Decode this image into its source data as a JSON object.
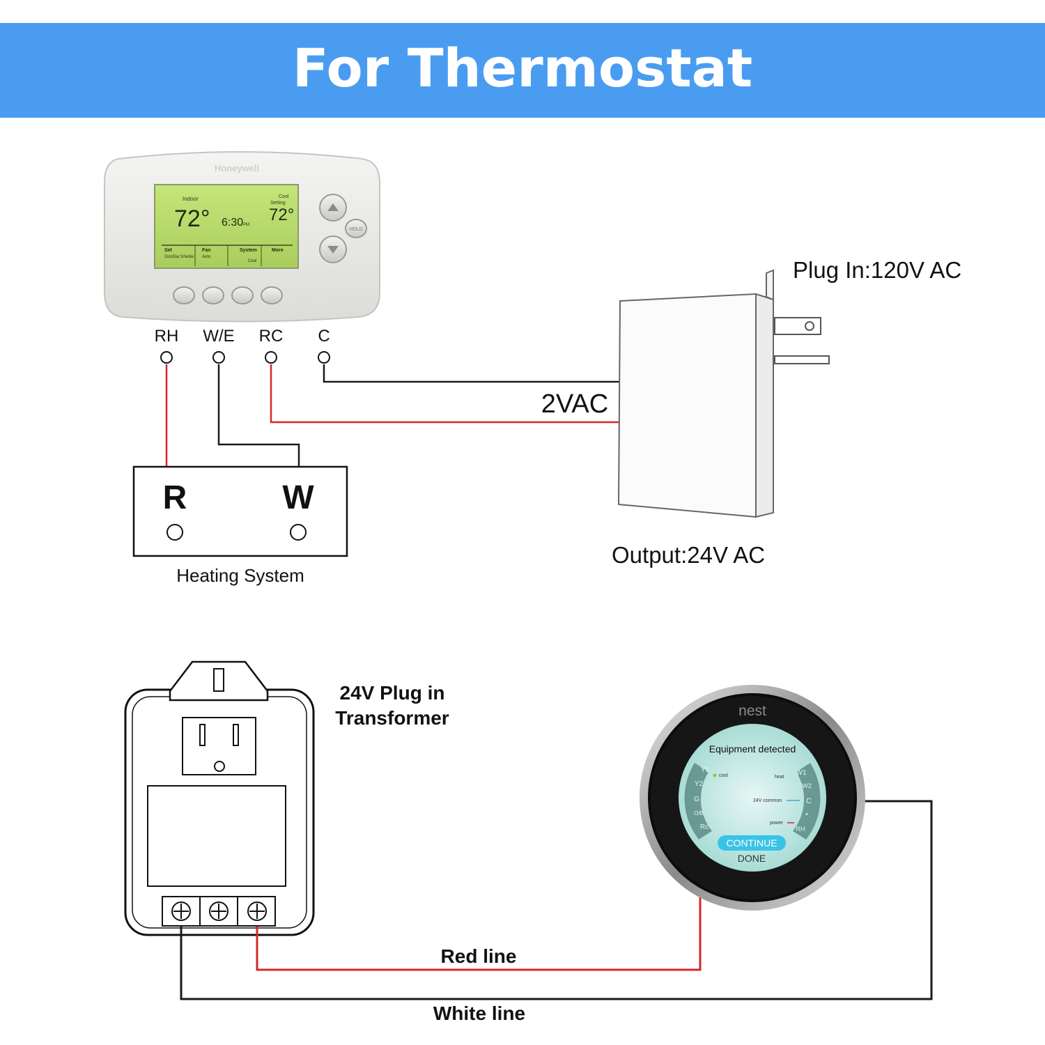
{
  "banner": {
    "title": "For Thermostat",
    "color": "#4a9cf0"
  },
  "top_diagram": {
    "thermostat": {
      "brand": "Honeywell",
      "lcd": {
        "indoor_label": "Indoor",
        "indoor_temp": "72°",
        "time": "6:30",
        "time_suffix": "PM",
        "setting_label_1": "Cool",
        "setting_label_2": "Setting",
        "setting_temp": "72°",
        "soft_keys": [
          {
            "title": "Set",
            "sub": "Clock/Day Schedule"
          },
          {
            "title": "Fan",
            "sub": "Auto"
          },
          {
            "title": "System",
            "sub": "Cool"
          },
          {
            "title": "More",
            "sub": ""
          }
        ]
      },
      "hold_label": "HOLD"
    },
    "terminals": [
      "RH",
      "W/E",
      "RC",
      "C"
    ],
    "wire_label": "2VAC",
    "heating_system": {
      "terminal_r": "R",
      "terminal_w": "W",
      "caption": "Heating System"
    },
    "adapter": {
      "plug_label": "Plug In:120V AC",
      "output_label": "Output:24V AC"
    }
  },
  "bottom_diagram": {
    "transformer_label_line1": "24V Plug in",
    "transformer_label_line2": "Transformer",
    "nest": {
      "brand": "nest",
      "header": "Equipment detected",
      "left_terminals": [
        "Y1",
        "Y2",
        "G",
        "O/B",
        "Rc"
      ],
      "right_terminals": [
        "W1",
        "W2",
        "C",
        "*",
        "RH"
      ],
      "tags": {
        "cool": "cool",
        "heat": "heat",
        "common": "24V common",
        "power": "power"
      },
      "continue_button": "CONTINUE",
      "done_button": "DONE"
    },
    "red_line_label": "Red line",
    "white_line_label": "White line"
  },
  "colors": {
    "red_wire": "#d8262a",
    "black_wire": "#1a1a1a",
    "lcd": "#b7d86a",
    "nest_screen": "#bfe9e4",
    "continue": "#39c3e6"
  }
}
